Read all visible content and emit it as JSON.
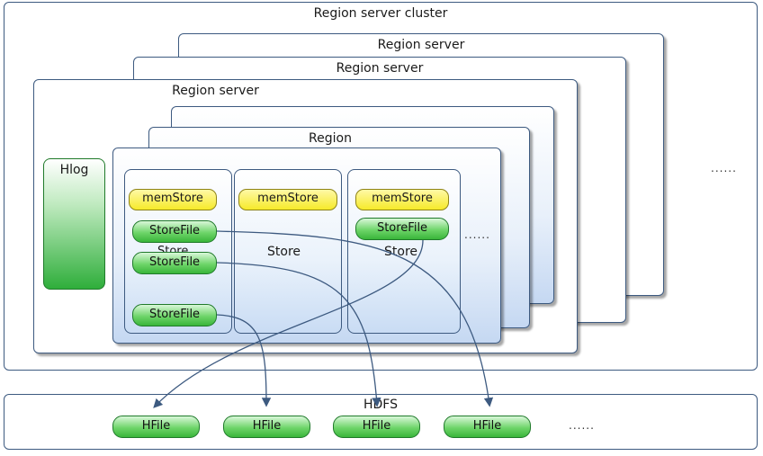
{
  "cluster": {
    "title": "Region server cluster",
    "ellipsis": "......"
  },
  "region_servers": [
    {
      "title": "Region server"
    },
    {
      "title": "Region server"
    },
    {
      "title": "Region server"
    }
  ],
  "hlog": {
    "label": "Hlog"
  },
  "region": {
    "title": "Region",
    "ellipsis": "......"
  },
  "stores": [
    {
      "label": "Store",
      "memstore": "memStore",
      "storefiles": [
        "StoreFile",
        "StoreFile",
        "StoreFile"
      ]
    },
    {
      "label": "Store",
      "memstore": "memStore",
      "storefiles": []
    },
    {
      "label": "Store",
      "memstore": "memStore",
      "storefiles": [
        "StoreFile"
      ]
    }
  ],
  "hdfs": {
    "title": "HDFS",
    "hfiles": [
      "HFile",
      "HFile",
      "HFile",
      "HFile"
    ],
    "ellipsis": "......"
  },
  "colors": {
    "border": "#3d5a80",
    "arrow": "#3d5a80",
    "memstore": "#f6ea2a",
    "storefile": "#39b53a"
  }
}
